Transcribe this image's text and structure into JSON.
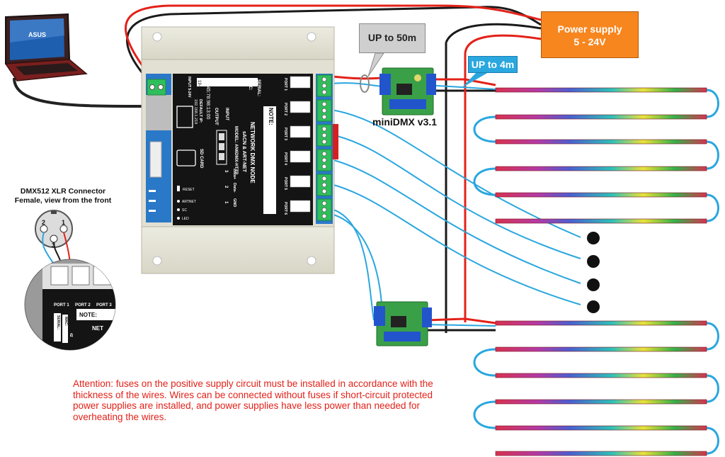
{
  "labels": {
    "power_supply_line1": "Power supply",
    "power_supply_line2": "5 - 24V",
    "up_to_50m": "UP to 50m",
    "up_to_4m": "UP to 4m",
    "minidmx": "miniDMX v3.1",
    "xlr_title_line1": "DMX512 XLR Connector",
    "xlr_title_line2": "Female, view from the front",
    "attention": "Attention: fuses on the positive supply circuit must be installed in accordance with the thickness of the wires. Wires can be connected without fuses if short-circuit protected power supplies are installed, and power supplies have less power than needed for overheating the wires."
  },
  "laptop": {
    "brand": "ASUS"
  },
  "node": {
    "title_line1": "NETWORK DMX NODE",
    "title_line2": "sACN & ART-NET",
    "model": "MODEL: AN6DMX-HTTP",
    "note": "NOTE:",
    "serial_label": "SERIAL:",
    "serial_value": "19-076001",
    "mac_label": "MAC:",
    "mac_value": "42:45:78:98:13:00",
    "default_ip_label": "DEFAULT IP:",
    "default_ip_value": "192.168.1.219",
    "input_label": "INPUT 5-24V",
    "sd_card": "SD CARD",
    "reset": "RESET",
    "leds": [
      "ARTNET",
      "SC",
      "LED"
    ],
    "input_header": "INPUT",
    "output_header": "OUTPUT",
    "pin_labels": [
      "Data+",
      "Data-",
      "GND"
    ],
    "pin_numbers": [
      "3",
      "2",
      "1"
    ],
    "ports": [
      "PORT 1",
      "PORT 2",
      "PORT 3",
      "PORT 4",
      "PORT 5",
      "PORT 6"
    ]
  },
  "xlr": {
    "pins": [
      "2",
      "1",
      "3"
    ],
    "zoom_ports": [
      "PORT 1",
      "PORT 2",
      "PORT 3"
    ],
    "zoom_note": "NOTE:",
    "zoom_serial": "SERIAL:",
    "zoom_mac": "MAC:",
    "zoom_mac_value": "42",
    "zoom_title": "NET"
  },
  "colors": {
    "power_red": "#e32119",
    "ground_black": "#1a1a1a",
    "data_blue": "#2aa7df",
    "power_supply_orange": "#f7861f",
    "callout_grey": "#cfcfcf"
  }
}
